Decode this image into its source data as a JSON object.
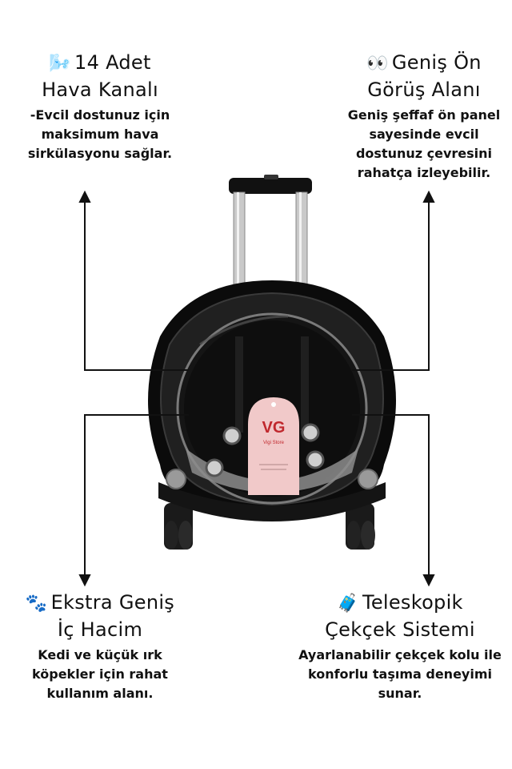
{
  "features": {
    "air": {
      "emoji": "🌬️",
      "title_line1": "14 Adet",
      "title_line2": "Hava Kanalı",
      "desc_line1": "-Evcil dostunuz için",
      "desc_line2": "maksimum hava",
      "desc_line3": "sirkülasyonu sağlar."
    },
    "view": {
      "emoji": "👀",
      "title_line1": "Geniş Ön",
      "title_line2": "Görüş Alanı",
      "desc_line1": "Geniş şeffaf ön panel",
      "desc_line2": "sayesinde evcil",
      "desc_line3": "dostunuz çevresini",
      "desc_line4": "rahatça izleyebilir."
    },
    "volume": {
      "emoji": "🐾",
      "title_line1": "Ekstra Geniş",
      "title_line2": "İç Hacim",
      "desc_line1": "Kedi ve küçük ırk",
      "desc_line2": "köpekler için rahat",
      "desc_line3": "kullanım alanı."
    },
    "tele": {
      "emoji": "🧳",
      "title_line1": "Teleskopik",
      "title_line2": "Çekçek Sistemi",
      "desc_line1": "Ayarlanabilir çekçek kolu ile",
      "desc_line2": "konforlu taşıma deneyimi",
      "desc_line3": "sunar."
    }
  },
  "product": {
    "tag_logo": "VG",
    "tag_brand": "Vigi Store",
    "colors": {
      "shell": "#0b0b0b",
      "tag": "#f1c9c9",
      "logo": "#c0282d"
    }
  }
}
